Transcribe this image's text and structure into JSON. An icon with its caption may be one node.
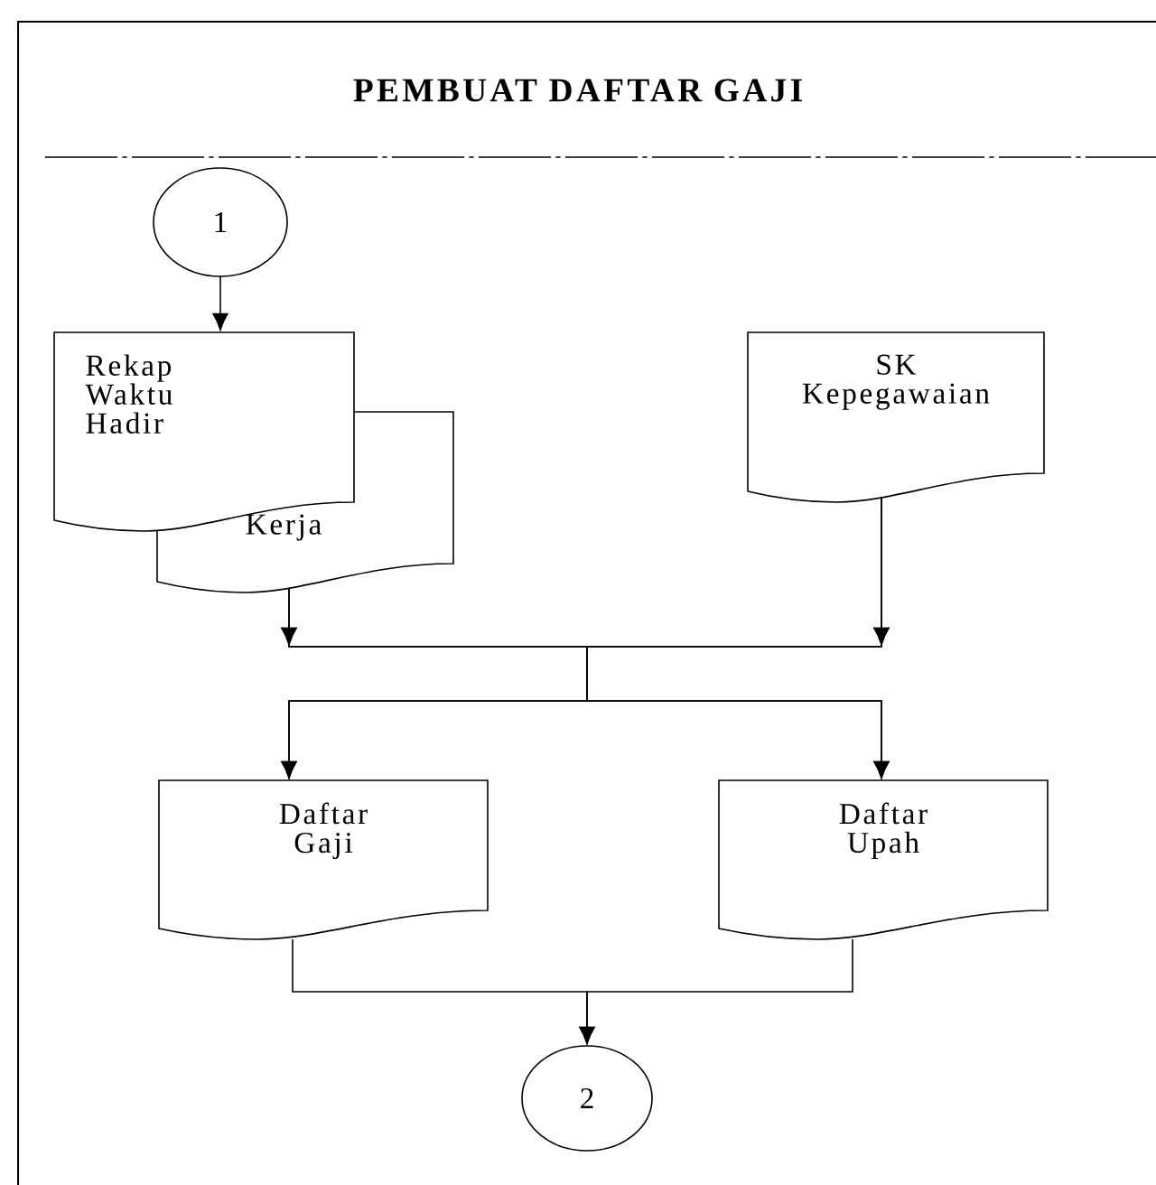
{
  "diagram": {
    "title": "PEMBUAT DAFTAR GAJI",
    "nodes": [
      {
        "text": [
          "1"
        ]
      },
      {
        "text": [
          "Rekap Waktu Hadir",
          "Kerja"
        ]
      },
      {
        "text": [
          "SK Kepegawaian"
        ]
      },
      {
        "text": [
          "Daftar Gaji"
        ]
      },
      {
        "text": [
          "Daftar Upah"
        ]
      },
      {
        "text": [
          "2"
        ]
      }
    ],
    "edges": [
      {
        "from": 0,
        "to": 1,
        "arrow": "to"
      },
      {
        "from": 1,
        "to": 3,
        "arrow": "to"
      },
      {
        "from": 1,
        "to": 4,
        "arrow": "to"
      },
      {
        "from": 2,
        "to": 3,
        "arrow": "to"
      },
      {
        "from": 2,
        "to": 4,
        "arrow": "to"
      },
      {
        "from": 3,
        "to": 5,
        "arrow": "to"
      },
      {
        "from": 4,
        "to": 5,
        "arrow": "to"
      }
    ]
  }
}
